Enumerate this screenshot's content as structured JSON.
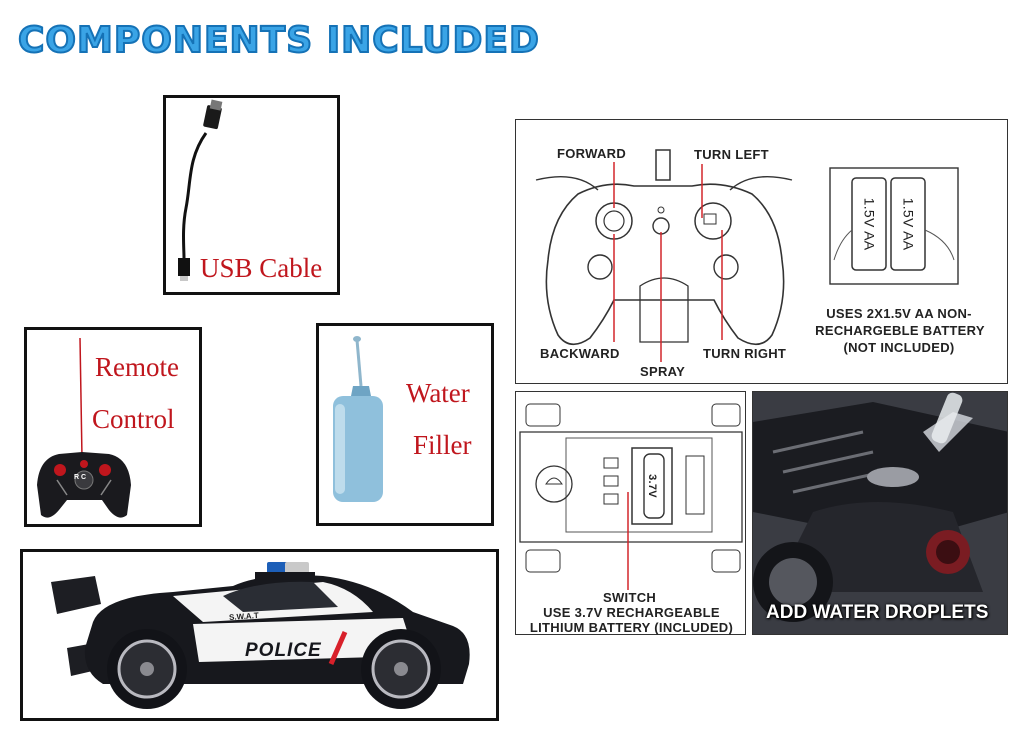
{
  "header": {
    "title": "COMPONENTS INCLUDED"
  },
  "usb": {
    "label": "USB Cable"
  },
  "remote": {
    "line1": "Remote",
    "line2": "Control",
    "badge": "R C"
  },
  "filler": {
    "line1": "Water",
    "line2": "Filler"
  },
  "controller_diagram": {
    "forward": "FORWARD",
    "turn_left": "TURN LEFT",
    "backward": "BACKWARD",
    "spray": "SPRAY",
    "turn_right": "TURN RIGHT",
    "battery_label": "1.5V AA",
    "battery_note_1": "USES 2X1.5V AA NON-",
    "battery_note_2": "RECHARGEBLE BATTERY",
    "battery_note_3": "(NOT INCLUDED)"
  },
  "chassis": {
    "battery_label": "3.7V",
    "switch": "SWITCH",
    "note_1": "USE 3.7V RECHARGEABLE",
    "note_2": "LITHIUM BATTERY (INCLUDED)"
  },
  "water_photo": {
    "caption": "ADD WATER DROPLETS"
  },
  "car": {
    "decal": "POLICE",
    "swat": "S.W.A.T"
  },
  "colors": {
    "title_fill": "#3aa4e6",
    "title_stroke": "#1572b6",
    "label_red": "#c0161d",
    "car_body": "#16171c"
  }
}
